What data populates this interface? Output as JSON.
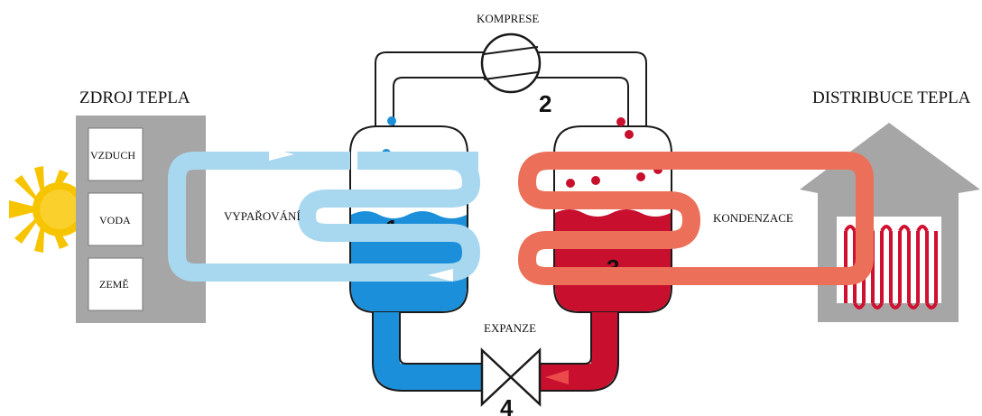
{
  "labels": {
    "source_title": "ZDROJ TEPLA",
    "distribution_title": "DISTRIBUCE TEPLA",
    "compression": "KOMPRESE",
    "expansion": "EXPANZE",
    "evaporation": "VYPAŘOVÁNÍ",
    "condensation": "KONDENZACE",
    "source_air": "VZDUCH",
    "source_water": "VODA",
    "source_ground": "ZEMĚ"
  },
  "steps": {
    "evaporator": "1",
    "compressor": "2",
    "condenser": "3",
    "valve": "4"
  },
  "colors": {
    "cold_loop": "#a8d8f0",
    "refrigerant_cold": "#1b8fd9",
    "refrigerant_hot": "#c8102e",
    "warm_loop": "#ec7059",
    "building": "#a6a6a6",
    "sun": "#f7c400"
  }
}
